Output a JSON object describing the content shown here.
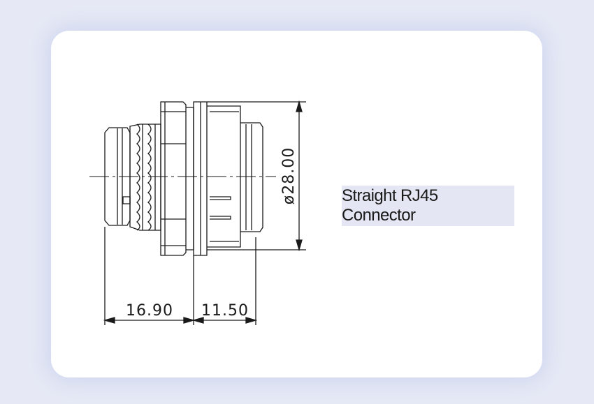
{
  "product_label": "Straight RJ45 Connector",
  "dimensions": {
    "diameter": "ø28.00",
    "front_length": "16.90",
    "rear_length": "11.50"
  },
  "colors": {
    "background": "#e6e9f5",
    "card": "#ffffff",
    "label_bg": "#e4e7f3",
    "line": "#1a1a1a"
  }
}
